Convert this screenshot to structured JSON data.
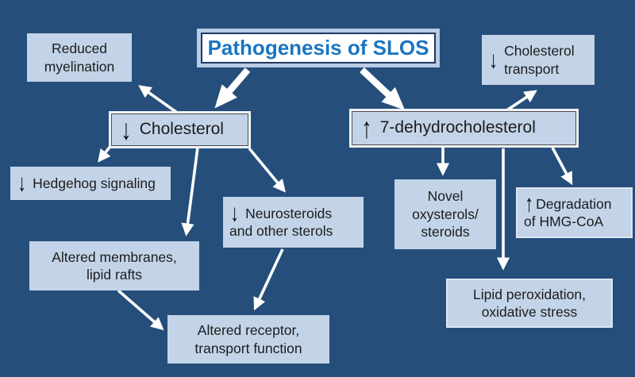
{
  "diagram": {
    "title": "Pathogenesis of SLOS",
    "colors": {
      "background": "#254e7b",
      "node_fill": "#c3d4e8",
      "title_text": "#1a75c2",
      "title_border": "#1f3864",
      "arrow_color": "#ffffff",
      "text_color": "#1c1c1c"
    },
    "nodes": {
      "cholesterol": {
        "arrow": "↓",
        "label": "Cholesterol"
      },
      "dhc": {
        "arrow": "↑",
        "label": "7-dehydrocholesterol"
      },
      "reduced_myelination": {
        "line1": "Reduced",
        "line2": "myelination"
      },
      "cholesterol_transport": {
        "arrow": "↓",
        "line1": "Cholesterol",
        "line2": "transport"
      },
      "hedgehog": {
        "arrow": "↓",
        "label": "Hedgehog signaling"
      },
      "neurosteroids": {
        "arrow": "↓",
        "line1": "Neurosteroids",
        "line2": "and other sterols"
      },
      "altered_membranes": {
        "line1": "Altered membranes,",
        "line2": "lipid rafts"
      },
      "altered_receptor": {
        "line1": "Altered receptor,",
        "line2": "transport function"
      },
      "novel_oxysterols": {
        "line1": "Novel",
        "line2": "oxysterols/",
        "line3": "steroids"
      },
      "degradation": {
        "arrow": "↑",
        "line1": "Degradation",
        "line2": "of HMG-CoA"
      },
      "lipid_peroxidation": {
        "line1": "Lipid peroxidation,",
        "line2": "oxidative stress"
      }
    },
    "edges": [
      {
        "from": "title",
        "to": "cholesterol"
      },
      {
        "from": "title",
        "to": "dhc"
      },
      {
        "from": "cholesterol",
        "to": "reduced_myelination"
      },
      {
        "from": "cholesterol",
        "to": "hedgehog"
      },
      {
        "from": "cholesterol",
        "to": "altered_membranes"
      },
      {
        "from": "cholesterol",
        "to": "neurosteroids"
      },
      {
        "from": "altered_membranes",
        "to": "altered_receptor"
      },
      {
        "from": "neurosteroids",
        "to": "altered_receptor"
      },
      {
        "from": "dhc",
        "to": "cholesterol_transport"
      },
      {
        "from": "dhc",
        "to": "novel_oxysterols"
      },
      {
        "from": "dhc",
        "to": "lipid_peroxidation"
      },
      {
        "from": "dhc",
        "to": "degradation"
      }
    ]
  }
}
